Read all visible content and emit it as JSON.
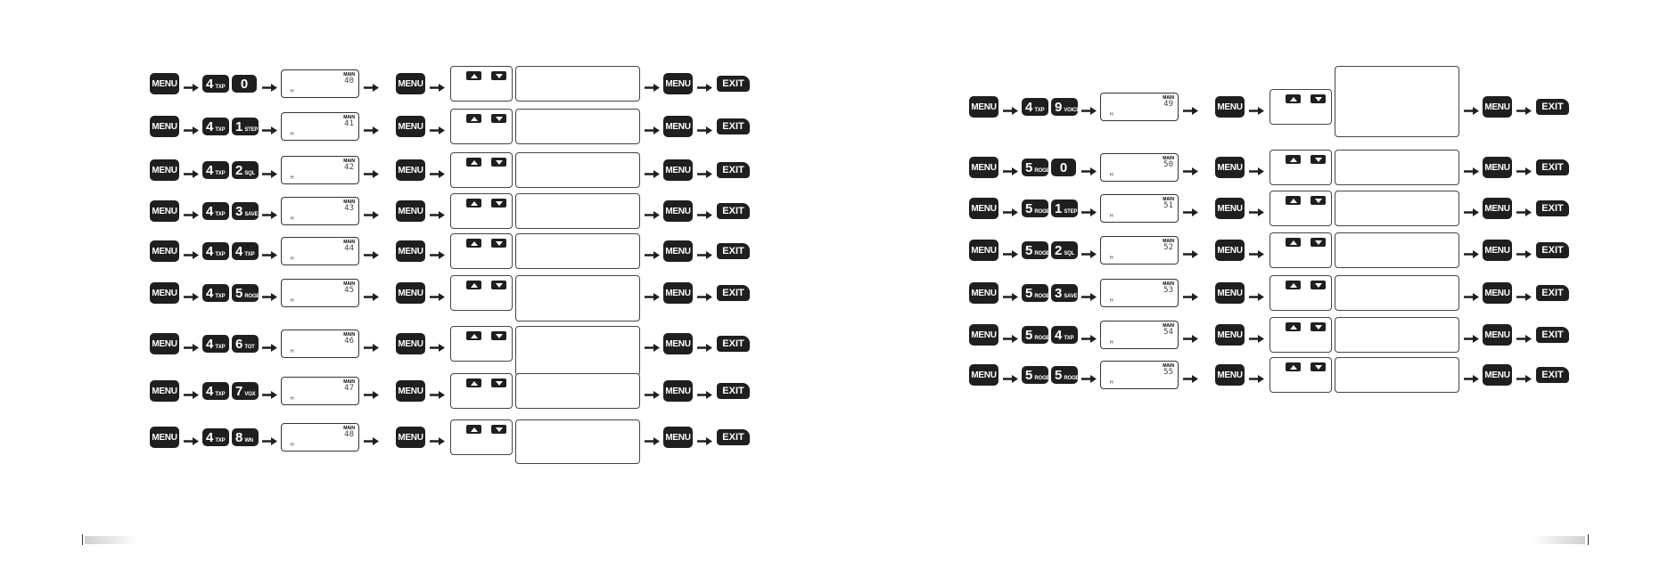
{
  "labels": {
    "menu": "MENU",
    "exit": "EXIT",
    "main": "MAIN",
    "h": "H"
  },
  "colors": {
    "key_fill": "#1f1f1f",
    "key_text": "#ffffff",
    "outline": "#333333"
  },
  "left_page": {
    "rows": [
      {
        "digit1": "4",
        "sub1": "TXP",
        "digit2": "0",
        "sub2": "",
        "display": "40"
      },
      {
        "digit1": "4",
        "sub1": "TXP",
        "digit2": "1",
        "sub2": "STEP",
        "display": "41"
      },
      {
        "digit1": "4",
        "sub1": "TXP",
        "digit2": "2",
        "sub2": "SQL",
        "display": "42"
      },
      {
        "digit1": "4",
        "sub1": "TXP",
        "digit2": "3",
        "sub2": "SAVE",
        "display": "43"
      },
      {
        "digit1": "4",
        "sub1": "TXP",
        "digit2": "4",
        "sub2": "TXP",
        "display": "44"
      },
      {
        "digit1": "4",
        "sub1": "TXP",
        "digit2": "5",
        "sub2": "ROGER",
        "display": "45"
      },
      {
        "digit1": "4",
        "sub1": "TXP",
        "digit2": "6",
        "sub2": "TOT",
        "display": "46"
      },
      {
        "digit1": "4",
        "sub1": "TXP",
        "digit2": "7",
        "sub2": "VOX",
        "display": "47"
      },
      {
        "digit1": "4",
        "sub1": "TXP",
        "digit2": "8",
        "sub2": "WN",
        "display": "48"
      }
    ]
  },
  "right_page": {
    "rows": [
      {
        "digit1": "4",
        "sub1": "TXP",
        "digit2": "9",
        "sub2": "VOICE",
        "display": "49"
      },
      {
        "digit1": "5",
        "sub1": "ROGER",
        "digit2": "0",
        "sub2": "",
        "display": "50"
      },
      {
        "digit1": "5",
        "sub1": "ROGER",
        "digit2": "1",
        "sub2": "STEP",
        "display": "51"
      },
      {
        "digit1": "5",
        "sub1": "ROGER",
        "digit2": "2",
        "sub2": "SQL",
        "display": "52"
      },
      {
        "digit1": "5",
        "sub1": "ROGER",
        "digit2": "3",
        "sub2": "SAVE",
        "display": "53"
      },
      {
        "digit1": "5",
        "sub1": "ROGER",
        "digit2": "4",
        "sub2": "TXP",
        "display": "54"
      },
      {
        "digit1": "5",
        "sub1": "ROGER",
        "digit2": "5",
        "sub2": "ROGER",
        "display": "55"
      }
    ]
  }
}
